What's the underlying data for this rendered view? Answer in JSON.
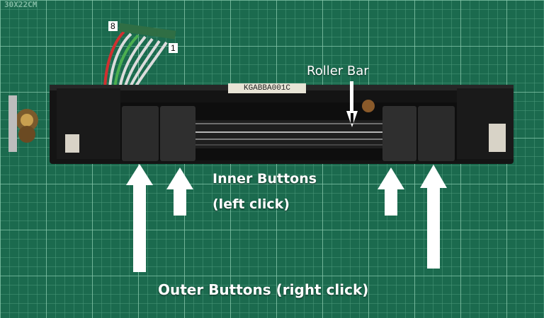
{
  "labels": {
    "roller_bar": "Roller Bar",
    "inner_buttons_line1": "Inner Buttons",
    "inner_buttons_line2": "(left click)",
    "outer_buttons": "Outer Buttons (right click)"
  },
  "connector": {
    "pin_high": "8",
    "pin_low": "1"
  },
  "part_code": "KGABBA001C",
  "mat_print": "30X22CM",
  "colors": {
    "mat_green": "#1b6a4e",
    "grid_line": "#6fb69a",
    "housing_black": "#161616",
    "arrow_white": "#ffffff"
  }
}
